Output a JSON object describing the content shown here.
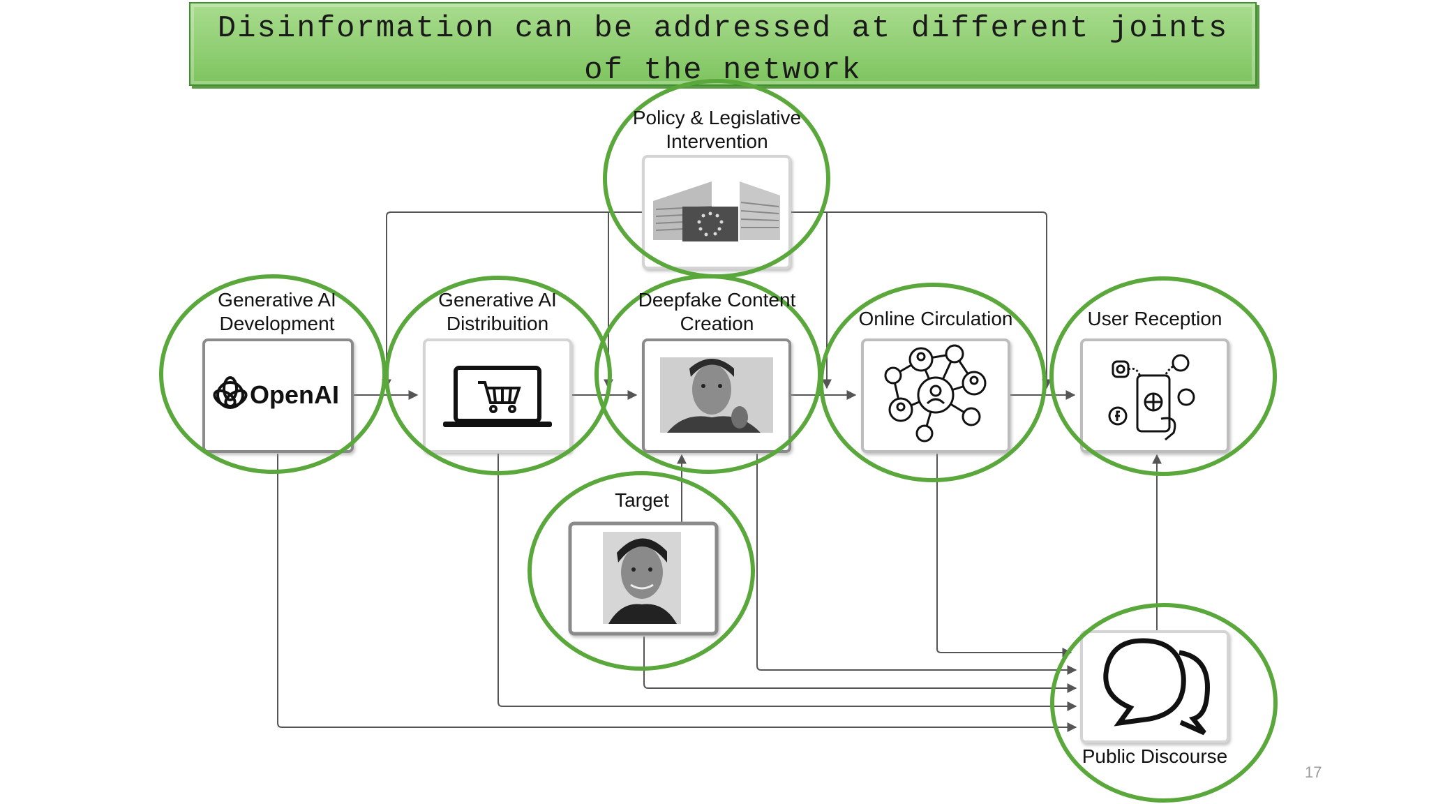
{
  "title": "Disinformation can be addressed at different joints of the network",
  "page_number": "17",
  "nodes": {
    "policy": {
      "label_line1": "Policy & Legislative",
      "label_line2": "Intervention",
      "icon": "eu-commission-building-icon"
    },
    "development": {
      "label_line1": "Generative AI",
      "label_line2": "Development",
      "icon": "openai-logo",
      "logo_text": "OpenAI"
    },
    "distribution": {
      "label_line1": "Generative AI",
      "label_line2": "Distribuition",
      "icon": "laptop-shopping-cart-icon"
    },
    "deepfake": {
      "label_line1": "Deepfake Content",
      "label_line2": "Creation",
      "icon": "deepfake-video-frame"
    },
    "circulation": {
      "label_line1": "Online Circulation",
      "icon": "network-people-icon"
    },
    "reception": {
      "label_line1": "User Reception",
      "icon": "social-media-phone-icon"
    },
    "target": {
      "label_line1": "Target",
      "icon": "portrait-photo"
    },
    "discourse": {
      "label_line1": "Public Discourse",
      "icon": "speech-bubbles-icon"
    }
  },
  "colors": {
    "highlight_circle": "#5aa83c",
    "banner": "#8fd06f",
    "arrow": "#555555",
    "box_border": "#8a8a8a"
  }
}
